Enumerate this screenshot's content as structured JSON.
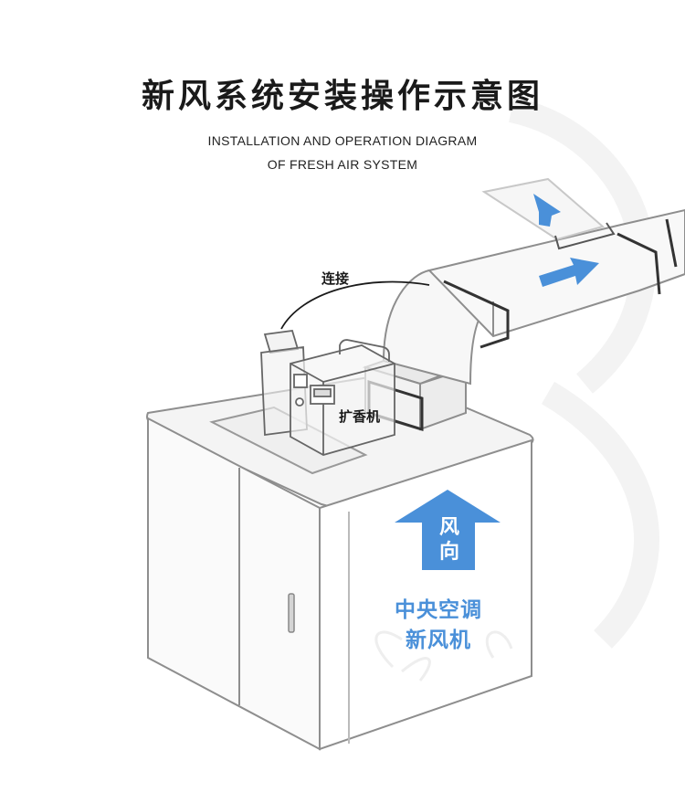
{
  "title": "新风系统安装操作示意图",
  "subtitle_line1": "INSTALLATION AND OPERATION DIAGRAM",
  "subtitle_line2": "OF FRESH AIR SYSTEM",
  "labels": {
    "connect": "连接",
    "diffuser": "扩香机",
    "wind_direction_1": "风",
    "wind_direction_2": "向",
    "unit_line1": "中央空调",
    "unit_line2": "新风机"
  },
  "colors": {
    "accent_blue": "#4a90d9",
    "line_gray": "#9a9a9a",
    "text_dark": "#1a1a1a"
  }
}
